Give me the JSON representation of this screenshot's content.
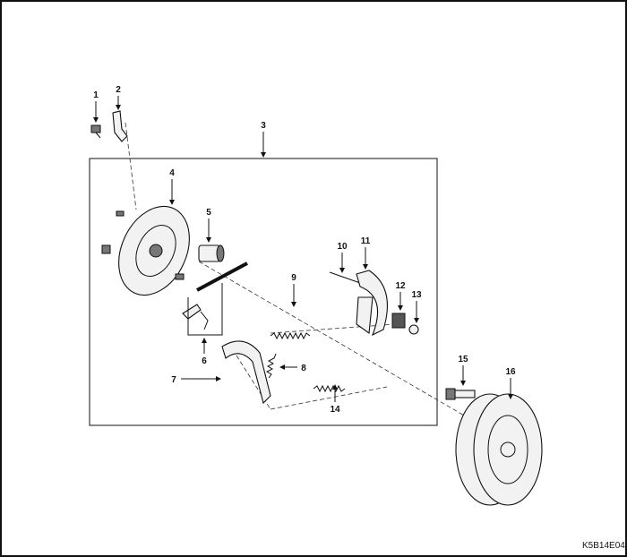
{
  "diagram": {
    "callouts": [
      "1",
      "2",
      "3",
      "4",
      "5",
      "6",
      "7",
      "8",
      "9",
      "10",
      "11",
      "12",
      "13",
      "14",
      "15",
      "16"
    ],
    "figure_code": "K5B14E04"
  }
}
